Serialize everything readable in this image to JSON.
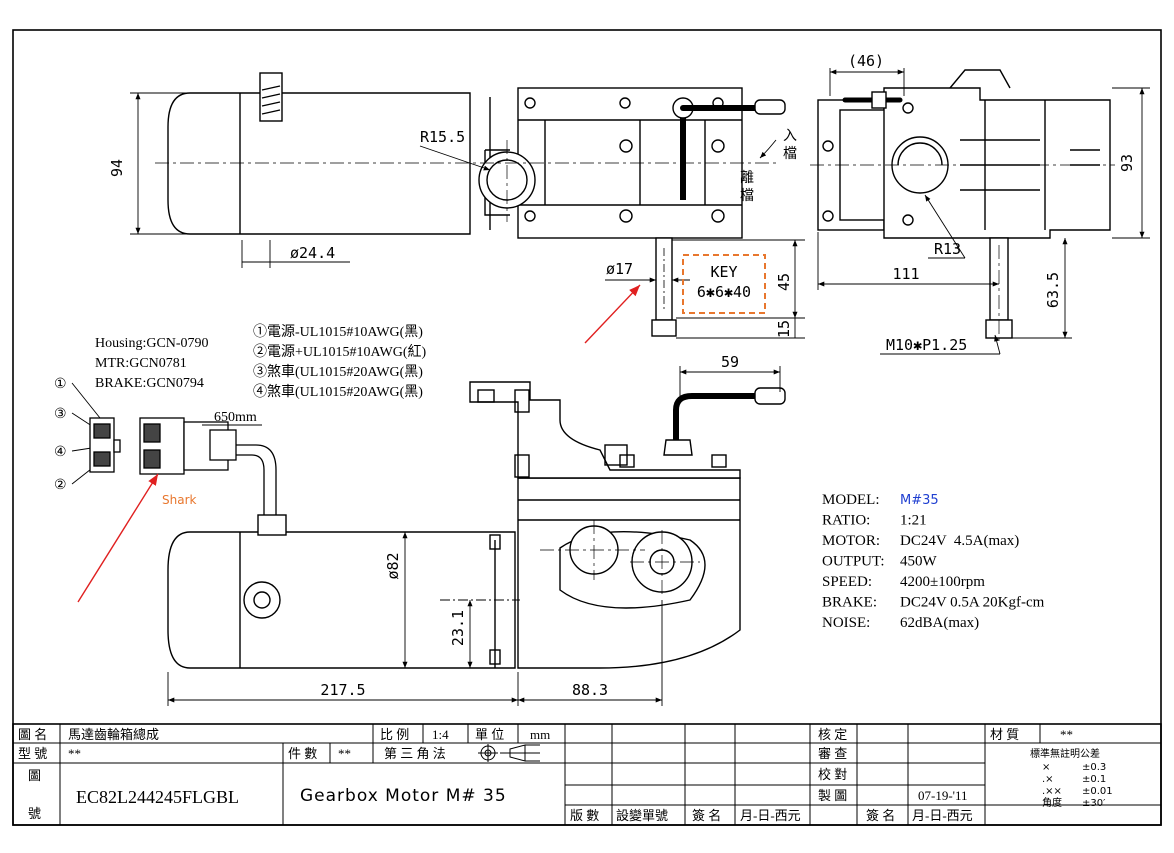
{
  "drawing": {
    "dims": {
      "height_94": "94",
      "r15_5": "R15.5",
      "d24_4": "ø24.4",
      "d17": "ø17",
      "key_label": "KEY",
      "key_spec": "6✱6✱40",
      "dim_45": "45",
      "dim_15": "15",
      "dim_46": "(46)",
      "dim_93": "93",
      "r13": "R13",
      "dim_111": "111",
      "dim_63_5": "63.5",
      "thread": "M10✱P1.25",
      "dim_59": "59",
      "d82": "ø82",
      "dim_23_1": "23.1",
      "dim_217_5": "217.5",
      "dim_88_3": "88.3",
      "cable_650": "650mm",
      "shark": "Shark"
    },
    "gear_in": [
      "入",
      "檔"
    ],
    "gear_out": [
      "離",
      "檔"
    ],
    "parts": {
      "housing": "Housing:GCN-0790",
      "mtr": "MTR:GCN0781",
      "brake": "BRAKE:GCN0794"
    },
    "wires": [
      "①電源-UL1015#10AWG(黑)",
      "②電源+UL1015#10AWG(紅)",
      "③煞車(UL1015#20AWG(黑)",
      "④煞車(UL1015#20AWG(黑)"
    ],
    "pins": [
      "①",
      "③",
      "④",
      "②"
    ]
  },
  "specs": [
    {
      "label": "MODEL:",
      "value": "M#35"
    },
    {
      "label": "RATIO:",
      "value": "1:21"
    },
    {
      "label": "MOTOR:",
      "value": "DC24V  4.5A(max)"
    },
    {
      "label": "OUTPUT:",
      "value": "450W"
    },
    {
      "label": "SPEED:",
      "value": "4200±100rpm"
    },
    {
      "label": "BRAKE:",
      "value": "DC24V 0.5A 20Kgf-cm"
    },
    {
      "label": "NOISE:",
      "value": "62dBA(max)"
    }
  ],
  "colors": {
    "model_value": "#1f3fd1",
    "key_box": "#e8772e",
    "shark": "#e8772e",
    "arrow": "#e02020"
  },
  "title_block": {
    "drawing_name_label": "圖 名",
    "drawing_name": "馬達齒輪箱總成",
    "model_label": "型 號",
    "model_value": "**",
    "drawing_no_label_1": "圖",
    "drawing_no_label_2": "號",
    "drawing_no": "EC82L244245FLGBL",
    "scale_label": "比 例",
    "scale": "1:4",
    "unit_label": "單 位",
    "unit": "mm",
    "qty_label": "件 數",
    "qty": "**",
    "projection": "第 三 角 法",
    "description": "Gearbox  Motor  M# 35",
    "rev_headers": [
      "版 數",
      "設變單號",
      "簽 名",
      "月-日-西元"
    ],
    "approve_labels": [
      "核 定",
      "審 查",
      "校 對",
      "製 圖"
    ],
    "draw_date": "07-19-'11",
    "sign_label": "簽 名",
    "date_label": "月-日-西元",
    "material_label": "材 質",
    "material": "**",
    "tolerance_title": "標準無註明公差",
    "tolerances": [
      {
        "k": "×",
        "v": "±0.3"
      },
      {
        "k": ".×",
        "v": "±0.1"
      },
      {
        "k": ".××",
        "v": "±0.01"
      },
      {
        "k": "角度",
        "v": "±30′"
      }
    ]
  }
}
